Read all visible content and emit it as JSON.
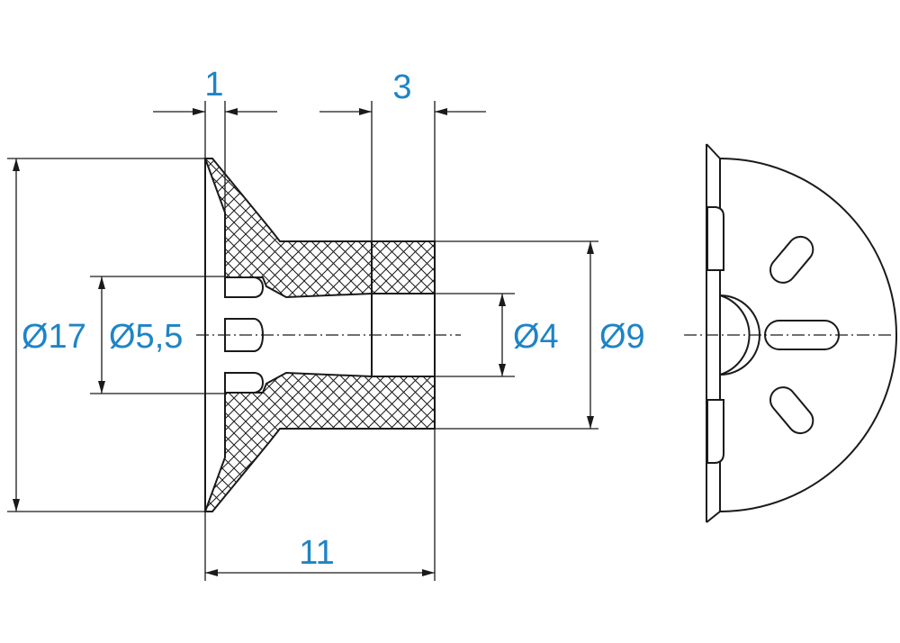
{
  "drawing": {
    "dimensions": {
      "flange_thickness": "1",
      "collar_step": "3",
      "overall_length": "11",
      "flange_diameter": "Ø17",
      "bore_diameter": "Ø5,5",
      "inner_diameter": "Ø4",
      "shank_diameter": "Ø9"
    },
    "dimension_color": "#1e84c6",
    "line_color": "#1a1a1a"
  }
}
